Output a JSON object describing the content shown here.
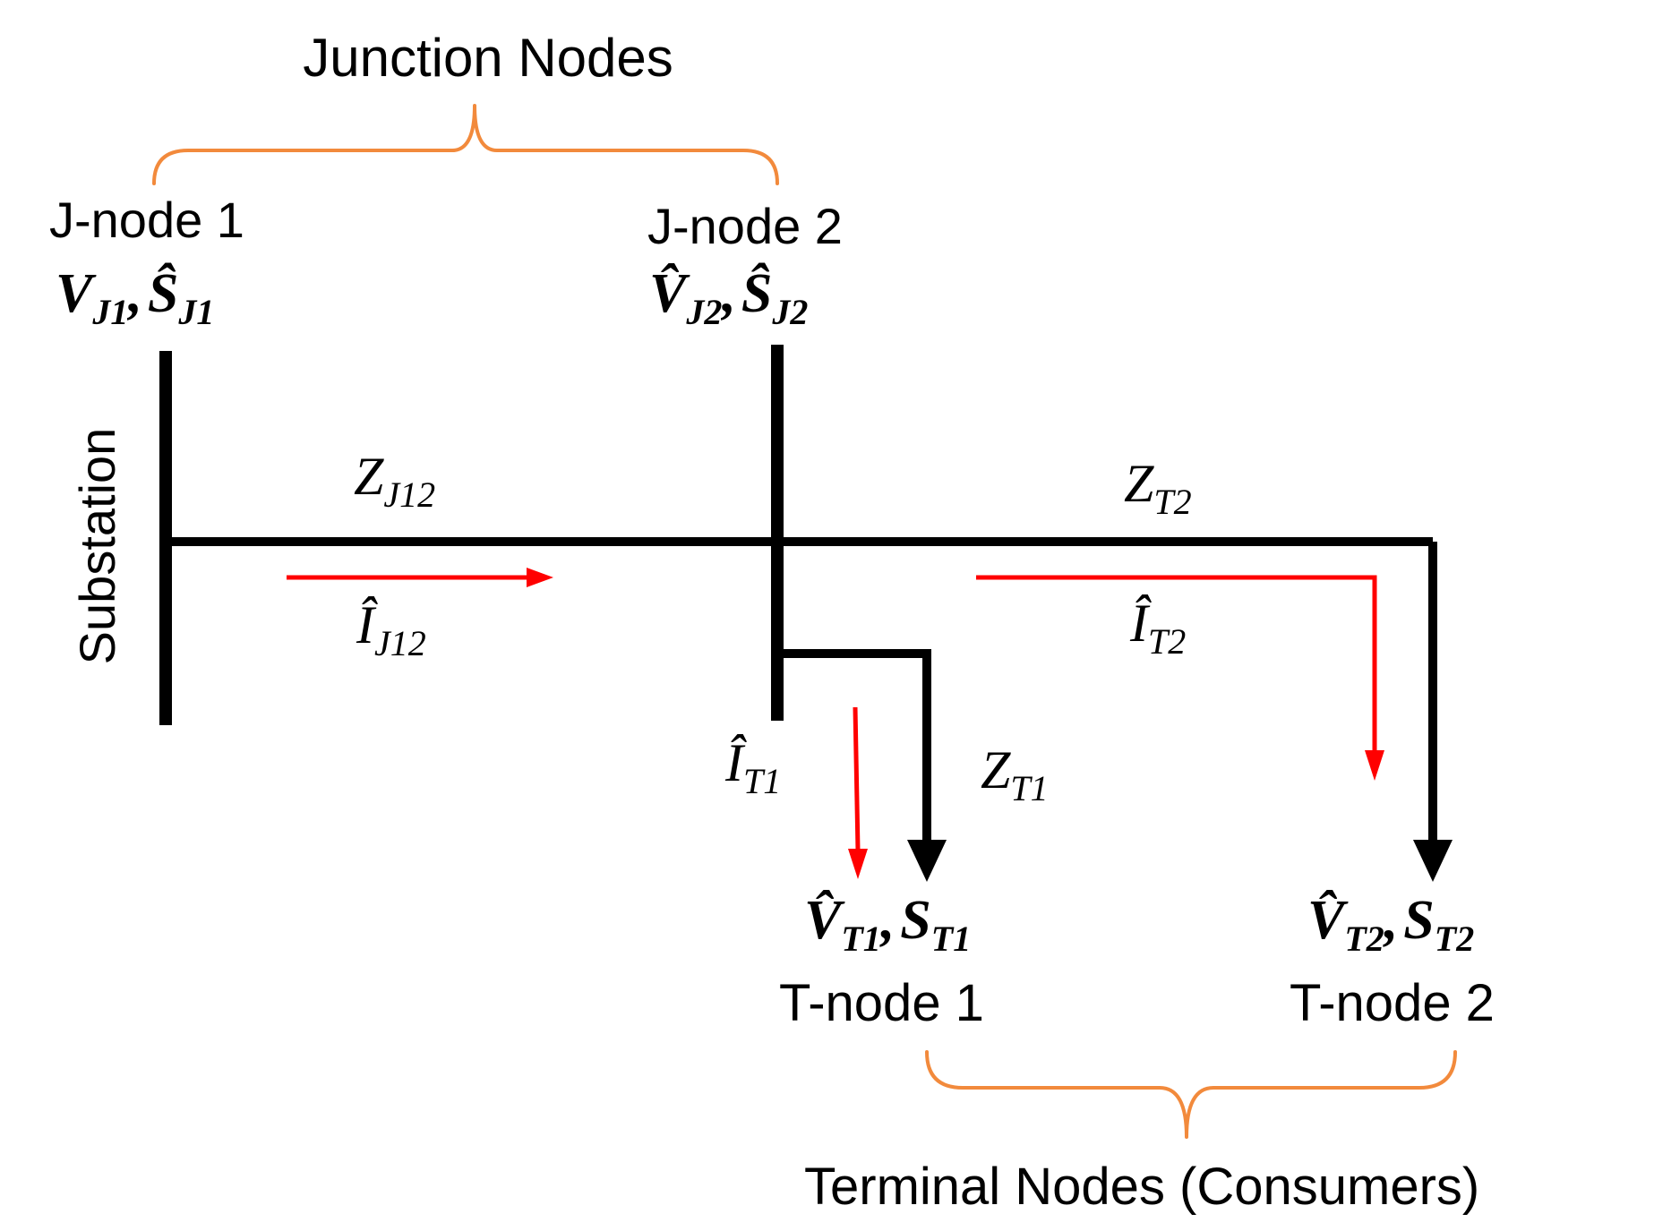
{
  "groups": {
    "junction_label": "Junction Nodes",
    "terminal_label": "Terminal Nodes (Consumers)",
    "brace_color": "#f28a3c"
  },
  "substation_label": "Substation",
  "nodes": {
    "j1": {
      "name": "J-node 1",
      "v": "V",
      "v_sub": "J1",
      "s": "Ŝ",
      "s_sub": "J1"
    },
    "j2": {
      "name": "J-node 2",
      "v": "V̂",
      "v_sub": "J2",
      "s": "Ŝ",
      "s_sub": "J2"
    },
    "t1": {
      "name": "T-node 1",
      "v": "V̂",
      "v_sub": "T1",
      "s": "S",
      "s_sub": "T1"
    },
    "t2": {
      "name": "T-node 2",
      "v": "V̂",
      "v_sub": "T2",
      "s": "S",
      "s_sub": "T2"
    }
  },
  "impedances": {
    "zj12": {
      "sym": "Z",
      "sub": "J12"
    },
    "zt2": {
      "sym": "Z",
      "sub": "T2"
    },
    "zt1": {
      "sym": "Z",
      "sub": "T1"
    }
  },
  "currents": {
    "ij12": {
      "sym": "Î",
      "sub": "J12"
    },
    "it2": {
      "sym": "Î",
      "sub": "T2"
    },
    "it1": {
      "sym": "Î",
      "sub": "T1"
    },
    "color": "#ff0000"
  },
  "separator": ","
}
